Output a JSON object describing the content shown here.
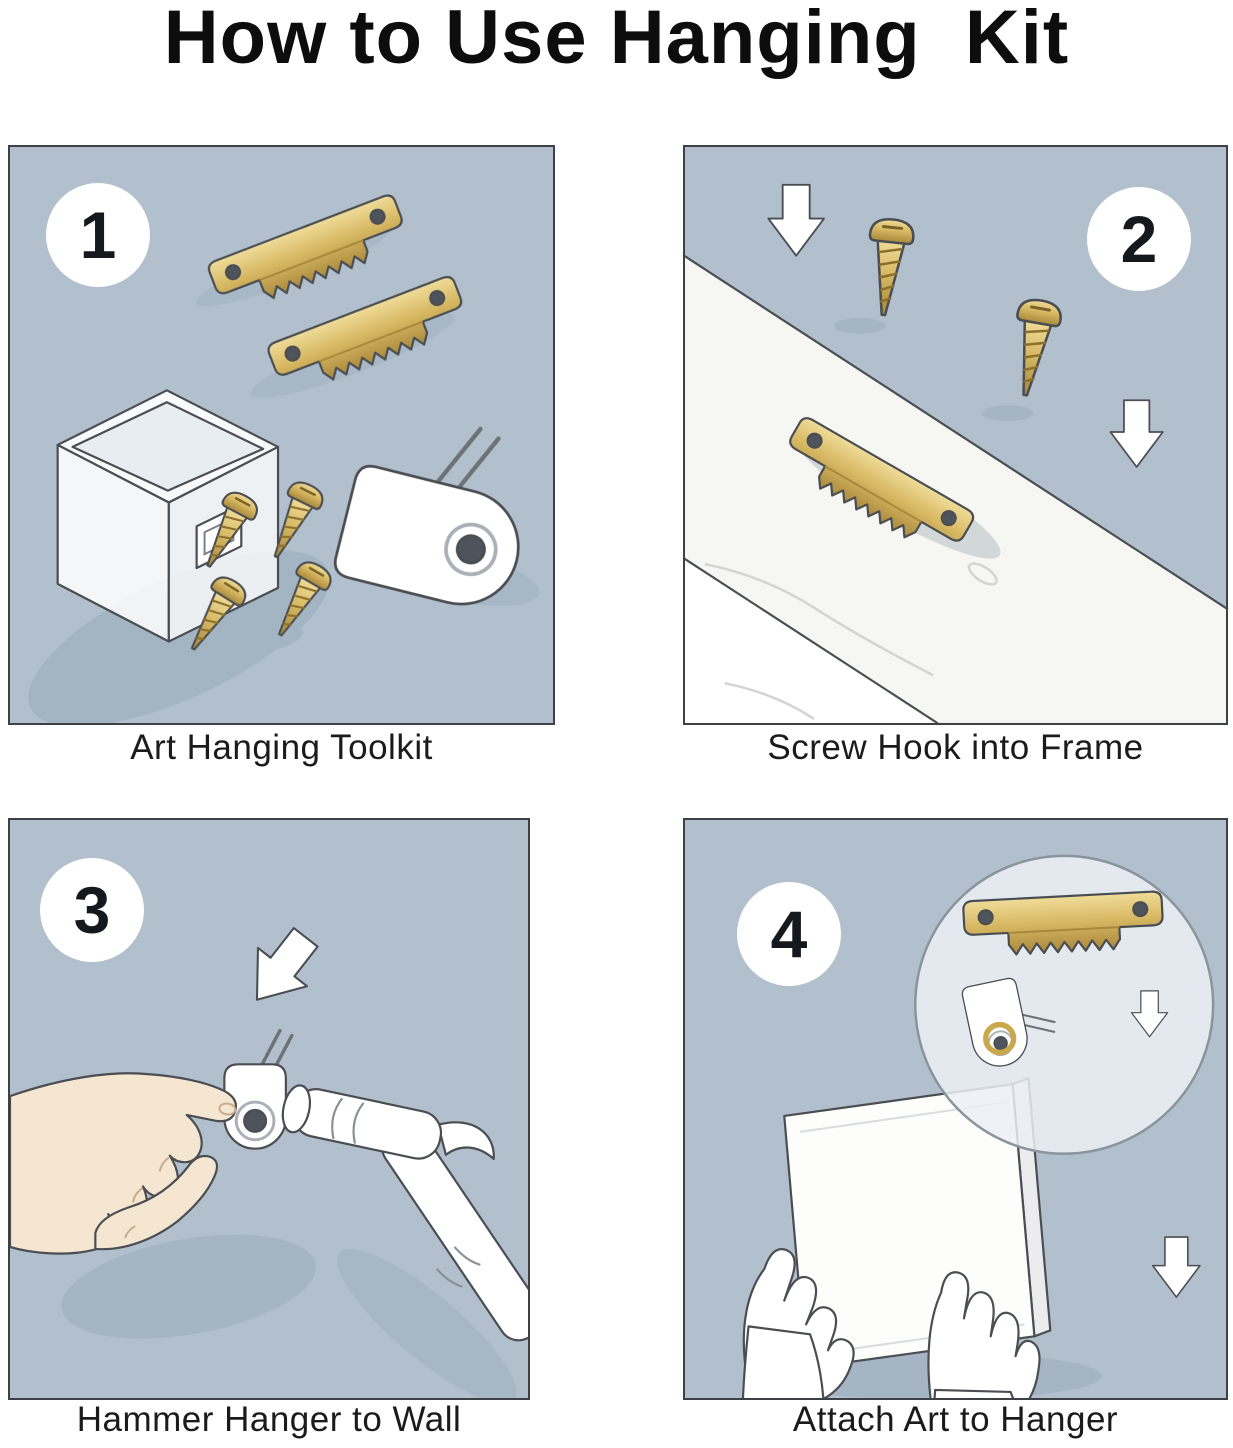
{
  "title": "How to Use Hanging  Kit",
  "steps": [
    {
      "number": "1",
      "caption": "Art Hanging Toolkit"
    },
    {
      "number": "2",
      "caption": "Screw Hook into Frame"
    },
    {
      "number": "3",
      "caption": "Hammer Hanger to Wall"
    },
    {
      "number": "4",
      "caption": "Attach Art to Hanger"
    }
  ],
  "colors": {
    "panel-bg": "#b2c0cd",
    "panel-border": "#3d4045",
    "gold": "#d8ba64",
    "gold-dark": "#a8873a",
    "outline": "#4a4e53",
    "skin": "#f5e6d1",
    "shadow": "#97a9ba",
    "title-color": "#0d0d0d"
  }
}
